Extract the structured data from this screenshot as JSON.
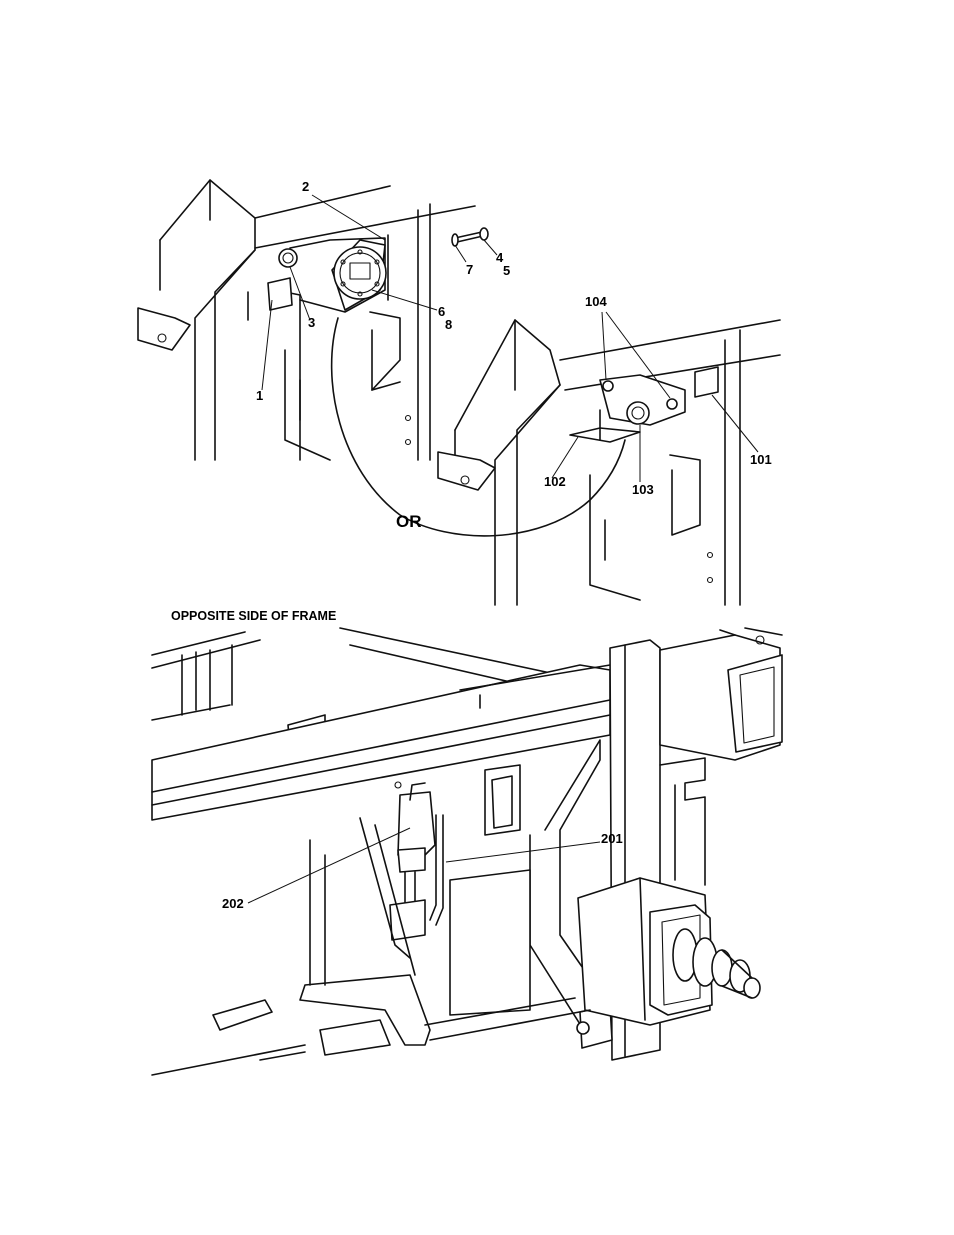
{
  "figure": {
    "callouts_top": [
      {
        "id": "c2",
        "label": "2"
      },
      {
        "id": "c3",
        "label": "3"
      },
      {
        "id": "c1",
        "label": "1"
      },
      {
        "id": "c7",
        "label": "7"
      },
      {
        "id": "c4",
        "label": "4"
      },
      {
        "id": "c5",
        "label": "5"
      },
      {
        "id": "c6",
        "label": "6"
      },
      {
        "id": "c8",
        "label": "8"
      },
      {
        "id": "c104",
        "label": "104"
      },
      {
        "id": "c101",
        "label": "101"
      },
      {
        "id": "c102",
        "label": "102"
      },
      {
        "id": "c103",
        "label": "103"
      }
    ],
    "or_label": "OR",
    "section_label": "OPPOSITE SIDE OF FRAME",
    "callouts_bottom": [
      {
        "id": "c201",
        "label": "201"
      },
      {
        "id": "c202",
        "label": "202"
      }
    ]
  }
}
